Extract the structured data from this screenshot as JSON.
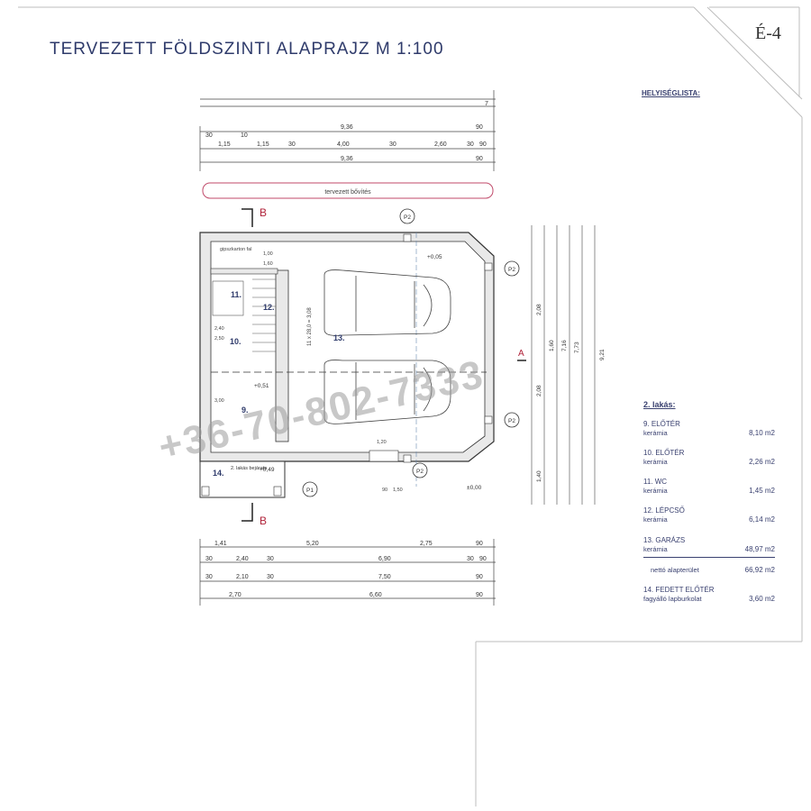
{
  "title": "TERVEZETT  FÖLDSZINTI  ALAPRAJZ  M 1:100",
  "sheet_number": "É-4",
  "room_list_title": "HELYISÉGLISTA:",
  "unit_title": "2. lakás:",
  "rooms": [
    {
      "name": "9. ELŐTÉR",
      "floor": "kerámia",
      "area": "8,10 m2"
    },
    {
      "name": "10. ELŐTÉR",
      "floor": "kerámia",
      "area": "2,26 m2"
    },
    {
      "name": "11. WC",
      "floor": "kerámia",
      "area": "1,45 m2"
    },
    {
      "name": "12. LÉPCSŐ",
      "floor": "kerámia",
      "area": "6,14 m2"
    },
    {
      "name": "13. GARÁZS",
      "floor": "kerámia",
      "area": "48,97 m2"
    }
  ],
  "net_area": {
    "label": "nettó alapterület",
    "value": "66,92 m2"
  },
  "extra_room": {
    "name": "14. FEDETT ELŐTÉR",
    "floor": "fagyálló lapburkolat",
    "area": "3,60 m2"
  },
  "plan": {
    "extension_label": "tervezett bővítés",
    "section_label": "B",
    "side_marker": "A",
    "room_numbers": [
      "9.",
      "10.",
      "11.",
      "12.",
      "13.",
      "14."
    ],
    "entrance_label": "2. lakás bejárata",
    "post_labels": [
      "P1",
      "P2"
    ],
    "levels": [
      "+0,05",
      "+0,51",
      "+0,49",
      "±0,00"
    ],
    "watermark": "+36-70-802-7333",
    "top_dims": {
      "row1": [
        "7"
      ],
      "row2": [
        "9,36",
        "90"
      ],
      "row3": [
        "30",
        "10",
        "1,15",
        "1,15",
        "30",
        "4,00",
        "30",
        "2,60",
        "30",
        "90"
      ],
      "row4": [
        "9,36",
        "90"
      ]
    },
    "bottom_dims": {
      "row1": [
        "1,41",
        "5,20",
        "2,75",
        "90"
      ],
      "row2": [
        "30",
        "2,40",
        "30",
        "6,90",
        "30",
        "90"
      ],
      "row3": [
        "30",
        "2,10",
        "30",
        "7,50",
        "90"
      ],
      "row4": [
        "2,70",
        "6,60",
        "90"
      ]
    },
    "right_dims": [
      "2,08",
      "1,60",
      "2,08",
      "1,40",
      "7,16",
      "7,73",
      "9,21"
    ],
    "stair_label": "11 x 28,0 = 3,08",
    "misc_labels": [
      "gipszkarton fal",
      "1,00",
      "1,60",
      "2,40",
      "2,50",
      "3,00",
      "1,20",
      "90",
      "1,50"
    ]
  }
}
